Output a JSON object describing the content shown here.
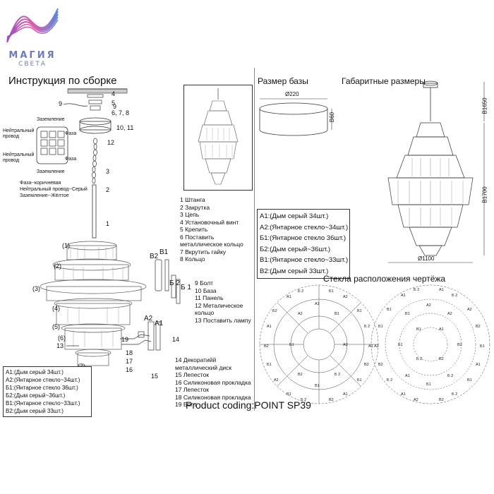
{
  "brand": {
    "word": "МАГИЯ",
    "sub": "СВЕТА"
  },
  "left": {
    "title": "Инструкция по сборке",
    "wiring": {
      "ground_top": "Заземление",
      "neutral": "Нейтральный провод",
      "neutral2": "Нейтральный провод",
      "phase1": "Фаза",
      "phase2": "Фаза",
      "ground_bottom": "Заземление",
      "note1": "Фаза--коричневая",
      "note2": "Нейтральный провод--Серый",
      "note3": "Заземление--Жёлтое"
    },
    "callouts": [
      "4",
      "5",
      "6, 7, 8",
      "9",
      "10, 11",
      "12",
      "3",
      "2",
      "1",
      "9"
    ],
    "tiers": [
      "(1)",
      "(2)",
      "(3)",
      "(4)",
      "(5)",
      "(6)",
      "(7)"
    ],
    "lower_callouts": [
      "13",
      "14",
      "15",
      "16",
      "17",
      "18",
      "19"
    ],
    "panel_labels": [
      "B2",
      "B1",
      "Б 2",
      "Б 1",
      "A2",
      "A1"
    ],
    "parts": [
      "1  Штанга",
      "2  Закрутка",
      "3  Цепь",
      "4  Установочный винт",
      "5  Крепить",
      "6  Поставить",
      "    металлическое кольцо",
      "7  Вкрутить гайку",
      "8  Кольцо"
    ],
    "parts2": [
      "9  Болт",
      "10 База",
      "11 Панель",
      "12 Металическое",
      "     кольцо",
      "13 Поставить лампу"
    ],
    "parts3": [
      "14  Декоратийй",
      "      металлический диск",
      "15 Лепесток",
      "16 Силиконовая прокладка",
      "17 Лепесток",
      "18 Силиконовая прокладка",
      "19 Болт"
    ],
    "legend": [
      "A1:(Дым серый 34шт.)",
      "A2:(Янтарное стекло~34шт.)",
      "Б1:(Янтарное стекло 36шт.)",
      "Б2:(Дым серый~36шт.)",
      "B1:(Янтарное стекло~33шт.)",
      "B2:(Дым серый 33шт.)"
    ]
  },
  "right": {
    "base_title": "Размер базы",
    "base_width": "Ø220",
    "base_height": "B60",
    "dims_title": "Габаритные размеры",
    "dim_top": "B1650",
    "dim_body": "B1700",
    "dim_width": "Ø1100",
    "legend": [
      "A1:(Дым серый 34шт.)",
      "A2:(Янтарное стекло~34шт.)",
      "Б1:(Янтарное стекло 36шт.)",
      "Б2:(Дым серый~36шт.)",
      "B1:(Янтарное стекло~33шт.)",
      "B2:(Дым серый 33шт.)"
    ],
    "layout_title": "Стекла расположения чертёжа"
  },
  "footer": {
    "coding": "Product coding:POINT SP39"
  }
}
